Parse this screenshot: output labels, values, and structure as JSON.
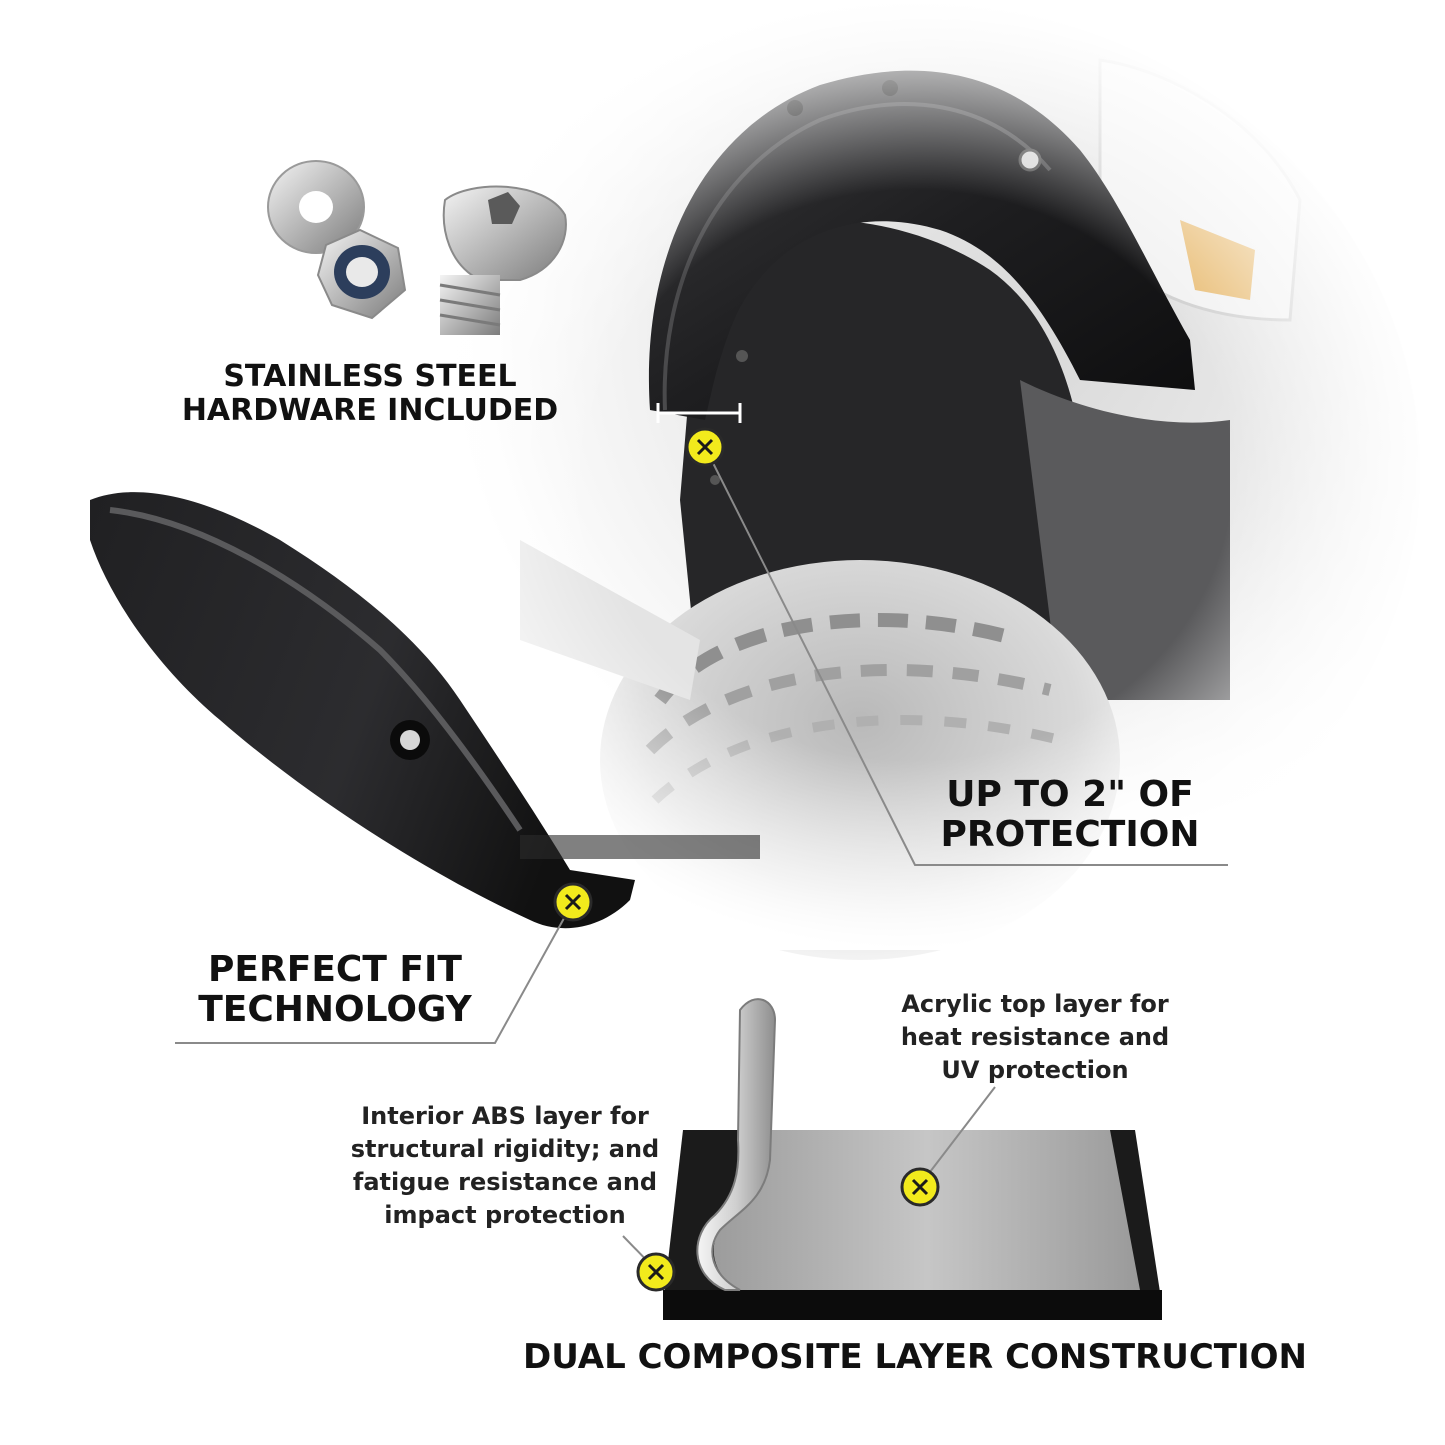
{
  "features": {
    "hardware": {
      "line1": "STAINLESS STEEL",
      "line2": "HARDWARE INCLUDED"
    },
    "protection": {
      "line1": "UP TO 2\" OF",
      "line2": "PROTECTION"
    },
    "fit": {
      "line1": "PERFECT FIT",
      "line2": "TECHNOLOGY"
    },
    "construction": {
      "title": "DUAL COMPOSITE LAYER CONSTRUCTION"
    }
  },
  "callouts": {
    "acrylic": {
      "line1": "Acrylic top layer for",
      "line2": "heat resistance and",
      "line3": "UV protection"
    },
    "abs": {
      "line1": "Interior ABS layer for",
      "line2": "structural rigidity; and",
      "line3": "fatigue resistance and",
      "line4": "impact protection"
    }
  },
  "colors": {
    "marker": "#f2ea1c",
    "text": "#111111",
    "fender": "#1c1c1e",
    "leader": "#8a8a8a"
  },
  "icons": [
    "washer",
    "lock-nut",
    "bolt",
    "fender-flare",
    "tire",
    "layer-sheet",
    "marker-x"
  ]
}
